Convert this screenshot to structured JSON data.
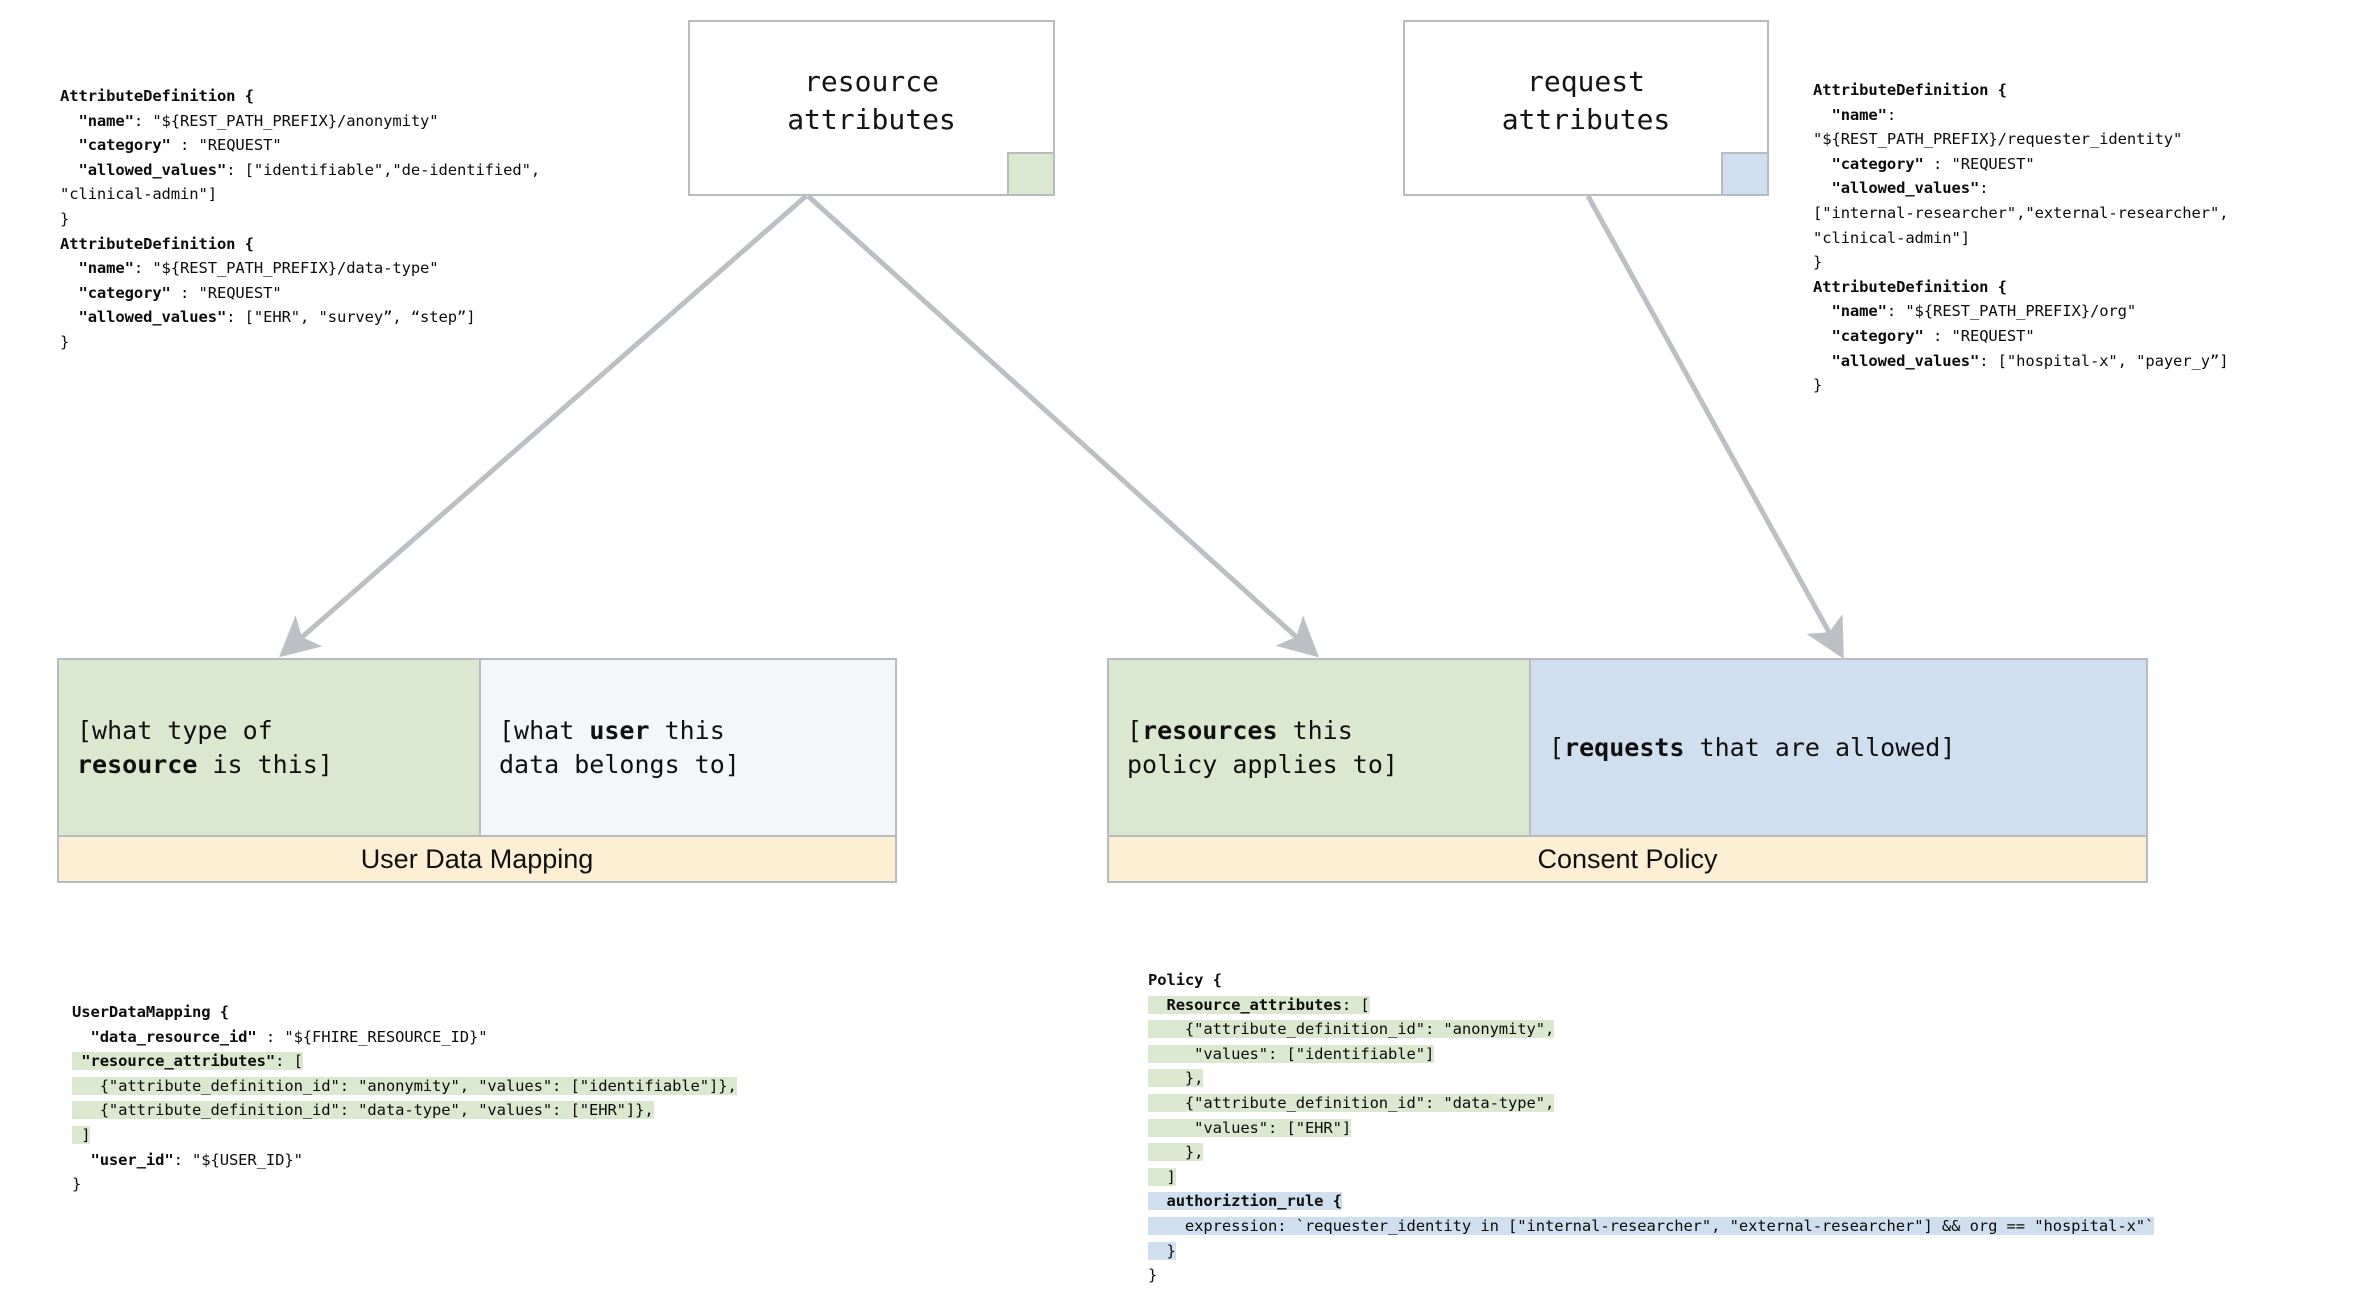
{
  "diagram": {
    "title": "ABAC attribute definitions mapped to User Data Mapping and Consent Policy",
    "colors": {
      "resource_green": "#d9e8ce",
      "request_blue": "#cfdff0",
      "footer_yellow": "#fcefd3",
      "border_gray": "#b8bcc0",
      "arrow_gray": "#bcc0c4",
      "neutral_cell": "#f4f6f9"
    }
  },
  "nodes": {
    "resource_attributes_box": {
      "label": "resource\nattributes",
      "swatch_color": "#d9e8ce"
    },
    "request_attributes_box": {
      "label": "request\nattributes",
      "swatch_color": "#cfdff0"
    }
  },
  "attribute_definitions_left": {
    "lines": [
      [
        {
          "t": "AttributeDefinition {",
          "b": true
        }
      ],
      [
        {
          "t": "  \"name\"",
          "b": true
        },
        {
          "t": ": \"${REST_PATH_PREFIX}/anonymity\"",
          "b": false
        }
      ],
      [
        {
          "t": "  \"category\"",
          "b": true
        },
        {
          "t": " : \"REQUEST\"",
          "b": false
        }
      ],
      [
        {
          "t": "  \"allowed_values\"",
          "b": true
        },
        {
          "t": ": [\"identifiable\",\"de-identified\",",
          "b": false
        }
      ],
      [
        {
          "t": "\"clinical-admin\"]",
          "b": false
        }
      ],
      [
        {
          "t": "}",
          "b": false
        }
      ],
      [
        {
          "t": "AttributeDefinition {",
          "b": true
        }
      ],
      [
        {
          "t": "  \"name\"",
          "b": true
        },
        {
          "t": ": \"${REST_PATH_PREFIX}/data-type\"",
          "b": false
        }
      ],
      [
        {
          "t": "  \"category\"",
          "b": true
        },
        {
          "t": " : \"REQUEST\"",
          "b": false
        }
      ],
      [
        {
          "t": "  \"allowed_values\"",
          "b": true
        },
        {
          "t": ": [\"EHR\", \"survey”, “step”]",
          "b": false
        }
      ],
      [
        {
          "t": "}",
          "b": false
        }
      ]
    ]
  },
  "attribute_definitions_right": {
    "lines": [
      [
        {
          "t": "AttributeDefinition {",
          "b": true
        }
      ],
      [
        {
          "t": "  \"name\"",
          "b": true
        },
        {
          "t": ":",
          "b": false
        }
      ],
      [
        {
          "t": "\"${REST_PATH_PREFIX}/requester_identity\"",
          "b": false
        }
      ],
      [
        {
          "t": "  \"category\"",
          "b": true
        },
        {
          "t": " : \"REQUEST\"",
          "b": false
        }
      ],
      [
        {
          "t": "  \"allowed_values\"",
          "b": true
        },
        {
          "t": ":",
          "b": false
        }
      ],
      [
        {
          "t": "[\"internal-researcher\",\"external-researcher\",",
          "b": false
        }
      ],
      [
        {
          "t": "\"clinical-admin\"]",
          "b": false
        }
      ],
      [
        {
          "t": "}",
          "b": false
        }
      ],
      [
        {
          "t": "AttributeDefinition {",
          "b": true
        }
      ],
      [
        {
          "t": "  \"name\"",
          "b": true
        },
        {
          "t": ": \"${REST_PATH_PREFIX}/org\"",
          "b": false
        }
      ],
      [
        {
          "t": "  \"category\"",
          "b": true
        },
        {
          "t": " : \"REQUEST\"",
          "b": false
        }
      ],
      [
        {
          "t": "  \"allowed_values\"",
          "b": true
        },
        {
          "t": ": [\"hospital-x\", \"payer_y”]",
          "b": false
        }
      ],
      [
        {
          "t": "}",
          "b": false
        }
      ]
    ]
  },
  "user_data_mapping_panel": {
    "left_cell": [
      {
        "t": "[what type of\n",
        "b": false
      },
      {
        "t": "resource",
        "b": true
      },
      {
        "t": " is this]",
        "b": false
      }
    ],
    "right_cell": [
      {
        "t": "[what ",
        "b": false
      },
      {
        "t": "user",
        "b": true
      },
      {
        "t": " this\ndata belongs to]",
        "b": false
      }
    ],
    "footer": "User Data Mapping"
  },
  "consent_policy_panel": {
    "left_cell": [
      {
        "t": "[",
        "b": false
      },
      {
        "t": "resources",
        "b": true
      },
      {
        "t": " this\npolicy applies to]",
        "b": false
      }
    ],
    "right_cell": [
      {
        "t": "[",
        "b": false
      },
      {
        "t": "requests",
        "b": true
      },
      {
        "t": " that are allowed]",
        "b": false
      }
    ],
    "footer": "Consent Policy"
  },
  "user_data_mapping_code": {
    "lines": [
      {
        "hl": "none",
        "parts": [
          {
            "t": "UserDataMapping {",
            "b": true
          }
        ]
      },
      {
        "hl": "none",
        "parts": [
          {
            "t": "  \"data_resource_id\"",
            "b": true
          },
          {
            "t": " : \"${FHIRE_RESOURCE_ID}\"",
            "b": false
          }
        ]
      },
      {
        "hl": "green",
        "parts": [
          {
            "t": " \"resource_attributes\"",
            "b": true
          },
          {
            "t": ": [",
            "b": false
          }
        ]
      },
      {
        "hl": "green",
        "parts": [
          {
            "t": "   {\"attribute_definition_id\": \"anonymity\", \"values\": [\"identifiable\"]},",
            "b": false
          }
        ]
      },
      {
        "hl": "green",
        "parts": [
          {
            "t": "   {\"attribute_definition_id\": \"data-type\", \"values\": [\"EHR\"]},",
            "b": false
          }
        ]
      },
      {
        "hl": "green",
        "parts": [
          {
            "t": " ]",
            "b": false
          }
        ]
      },
      {
        "hl": "none",
        "parts": [
          {
            "t": "  \"user_id\"",
            "b": true
          },
          {
            "t": ": \"${USER_ID}\"",
            "b": false
          }
        ]
      },
      {
        "hl": "none",
        "parts": [
          {
            "t": "}",
            "b": false
          }
        ]
      }
    ]
  },
  "policy_code": {
    "lines": [
      {
        "hl": "none",
        "parts": [
          {
            "t": "Policy {",
            "b": true
          }
        ]
      },
      {
        "hl": "green",
        "parts": [
          {
            "t": "  Resource_attributes",
            "b": true
          },
          {
            "t": ": [",
            "b": false
          }
        ]
      },
      {
        "hl": "green",
        "parts": [
          {
            "t": "    {\"attribute_definition_id\": \"anonymity\",",
            "b": false
          }
        ]
      },
      {
        "hl": "green",
        "parts": [
          {
            "t": "     \"values\": [\"identifiable\"]",
            "b": false
          }
        ]
      },
      {
        "hl": "green",
        "parts": [
          {
            "t": "    },",
            "b": false
          }
        ]
      },
      {
        "hl": "green",
        "parts": [
          {
            "t": "    {\"attribute_definition_id\": \"data-type\",",
            "b": false
          }
        ]
      },
      {
        "hl": "green",
        "parts": [
          {
            "t": "     \"values\": [\"EHR\"]",
            "b": false
          }
        ]
      },
      {
        "hl": "green",
        "parts": [
          {
            "t": "    },",
            "b": false
          }
        ]
      },
      {
        "hl": "green",
        "parts": [
          {
            "t": "  ]",
            "b": false
          }
        ]
      },
      {
        "hl": "blue",
        "parts": [
          {
            "t": "  authoriztion_rule {",
            "b": true
          }
        ]
      },
      {
        "hl": "blue",
        "parts": [
          {
            "t": "    expression: `requester_identity in [\"internal-researcher\", \"external-researcher\"] && org == \"hospital-x\"`",
            "b": false
          }
        ]
      },
      {
        "hl": "blue",
        "parts": [
          {
            "t": "  }",
            "b": false
          }
        ]
      },
      {
        "hl": "none",
        "parts": [
          {
            "t": "}",
            "b": false
          }
        ]
      }
    ]
  },
  "arrows": [
    {
      "name": "resource-attributes-to-user-data-mapping",
      "from": "resource_attributes_box",
      "to": "user_data_mapping_panel"
    },
    {
      "name": "resource-attributes-to-consent-policy",
      "from": "resource_attributes_box",
      "to": "consent_policy_panel"
    },
    {
      "name": "request-attributes-to-consent-policy",
      "from": "request_attributes_box",
      "to": "consent_policy_panel"
    }
  ]
}
